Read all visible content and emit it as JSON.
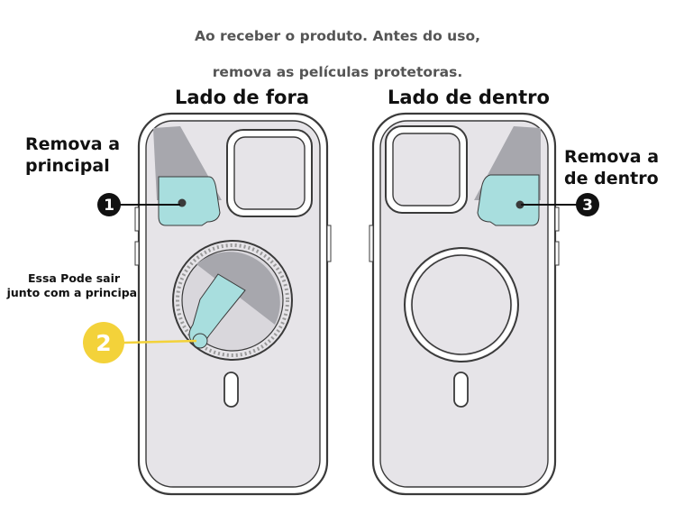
{
  "header": {
    "line1": "Ao receber o produto. Antes do uso,",
    "line2": "remova as películas protetoras."
  },
  "outside": {
    "title": "Lado de fora",
    "step1_label": "Remova a\nprincipal",
    "step1_number": "1",
    "step2_label": "Essa Pode sair\njunto com a principal",
    "step2_number": "2"
  },
  "inside": {
    "title": "Lado de dentro",
    "step3_label": "Remova a\nde dentro",
    "step3_number": "3"
  },
  "colors": {
    "film": "#a8dede",
    "step_dark": "#111111",
    "step_highlight": "#f3d23a",
    "case_fill": "#e6e4e8",
    "outline": "#3a3a3a",
    "corner_shade": "#a7a7ad"
  }
}
